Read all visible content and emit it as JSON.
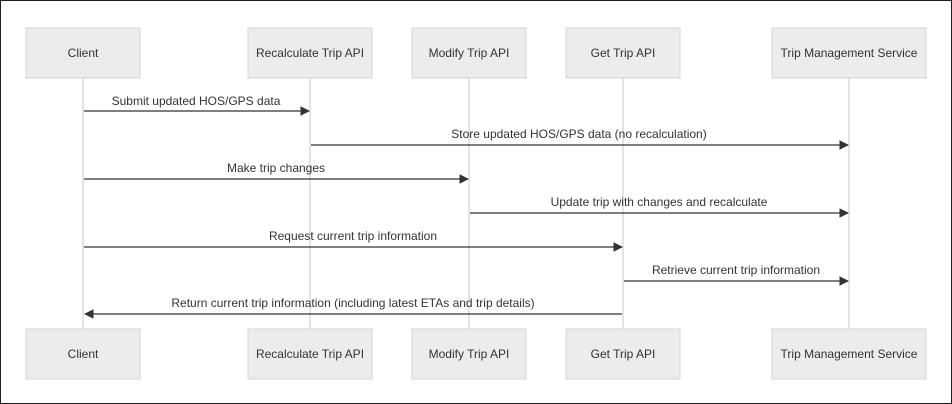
{
  "participants": [
    {
      "id": "client",
      "label": "Client"
    },
    {
      "id": "recalc",
      "label": "Recalculate Trip API"
    },
    {
      "id": "modify",
      "label": "Modify Trip API"
    },
    {
      "id": "get",
      "label": "Get Trip API"
    },
    {
      "id": "tms",
      "label": "Trip Management Service"
    }
  ],
  "messages": [
    {
      "from": "client",
      "to": "recalc",
      "label": "Submit updated HOS/GPS data"
    },
    {
      "from": "recalc",
      "to": "tms",
      "label": "Store updated HOS/GPS data (no recalculation)"
    },
    {
      "from": "client",
      "to": "modify",
      "label": "Make trip changes"
    },
    {
      "from": "modify",
      "to": "tms",
      "label": "Update trip with changes and recalculate"
    },
    {
      "from": "client",
      "to": "get",
      "label": "Request current trip information"
    },
    {
      "from": "get",
      "to": "tms",
      "label": "Retrieve current trip information"
    },
    {
      "from": "get",
      "to": "client",
      "label": "Return current trip information (including latest ETAs and trip details)"
    }
  ]
}
